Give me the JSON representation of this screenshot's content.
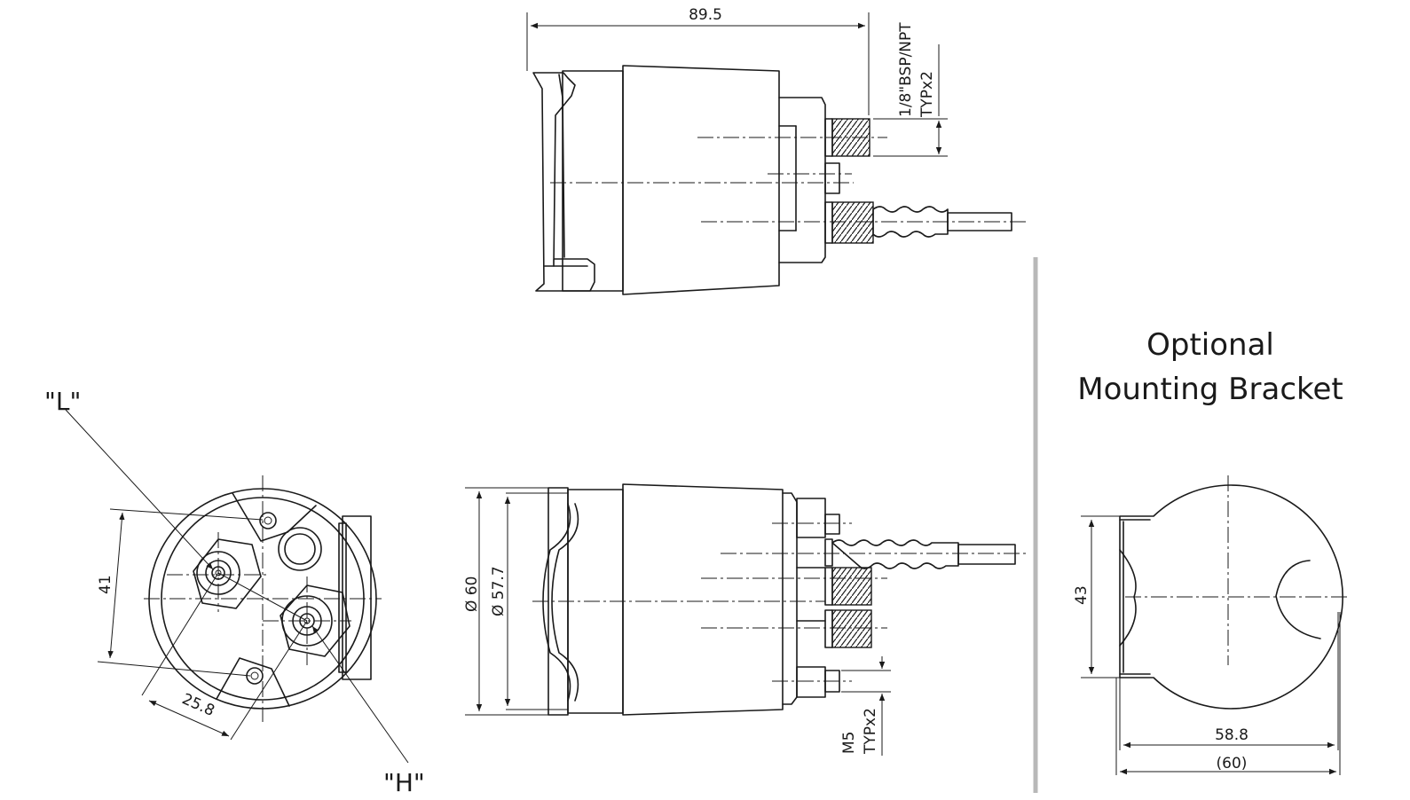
{
  "bracket": {
    "title_line1": "Optional",
    "title_line2": "Mounting Bracket",
    "dim_height": "43",
    "dim_inner_width": "58.8",
    "dim_outer_width": "(60)"
  },
  "top_view": {
    "dim_length": "89.5",
    "thread_spec": "1/8\"BSP/NPT",
    "thread_qty": "TYPx2"
  },
  "front_view": {
    "dim_diameter_outer": "Ø 60",
    "dim_diameter_inner": "Ø 57.7",
    "bolt_spec": "M5",
    "bolt_qty": "TYPx2"
  },
  "end_view": {
    "port_low": "\"L\"",
    "port_high": "\"H\"",
    "dim_spacing": "41",
    "dim_offset": "25.8"
  },
  "colors": {
    "line": "#1a1a1a",
    "divider": "#b8b8b8",
    "background": "#ffffff"
  }
}
